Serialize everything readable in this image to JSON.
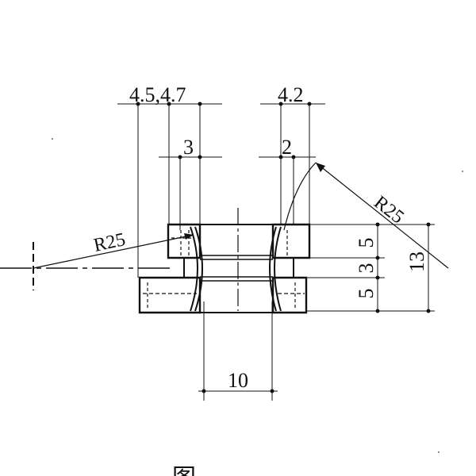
{
  "drawing": {
    "top_dimensions": {
      "left_pair": "4.5,4.7",
      "right": "4.2",
      "left_inner": "3",
      "right_inner": "2"
    },
    "radius_labels": {
      "left": "R25",
      "right": "R25"
    },
    "right_dimensions": {
      "upper": "5",
      "middle": "3",
      "lower": "5",
      "overall": "13"
    },
    "bottom_dimension": "10",
    "caption_partial": "图"
  }
}
